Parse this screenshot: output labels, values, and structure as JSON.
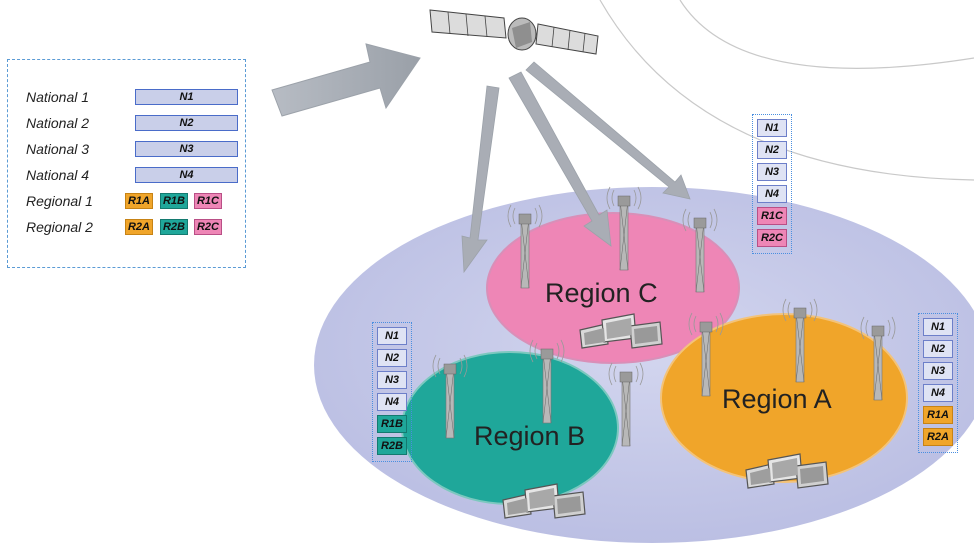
{
  "legend": {
    "rows": [
      {
        "label": "National 1",
        "channels": [
          "N1"
        ]
      },
      {
        "label": "National 2",
        "channels": [
          "N2"
        ]
      },
      {
        "label": "National 3",
        "channels": [
          "N3"
        ]
      },
      {
        "label": "National 4",
        "channels": [
          "N4"
        ]
      },
      {
        "label": "Regional 1",
        "channels": [
          "R1A",
          "R1B",
          "R1C"
        ]
      },
      {
        "label": "Regional 2",
        "channels": [
          "R2A",
          "R2B",
          "R2C"
        ]
      }
    ]
  },
  "regions": {
    "a": {
      "label": "Region A",
      "color": "#f0a52a",
      "channels": [
        "N1",
        "N2",
        "N3",
        "N4",
        "R1A",
        "R2A"
      ]
    },
    "b": {
      "label": "Region B",
      "color": "#1fa79a",
      "channels": [
        "N1",
        "N2",
        "N3",
        "N4",
        "R1B",
        "R2B"
      ]
    },
    "c": {
      "label": "Region C",
      "color": "#ee86b6",
      "channels": [
        "N1",
        "N2",
        "N3",
        "N4",
        "R1C",
        "R2C"
      ]
    }
  },
  "colors": {
    "national": "#c9cfe9",
    "regional_a": "#f0a52a",
    "regional_b": "#1fa79a",
    "regional_c": "#ee86b6",
    "coverage": "#c3c6e6"
  },
  "icons": [
    "satellite-icon",
    "tower-icon",
    "screen-cluster-icon"
  ]
}
